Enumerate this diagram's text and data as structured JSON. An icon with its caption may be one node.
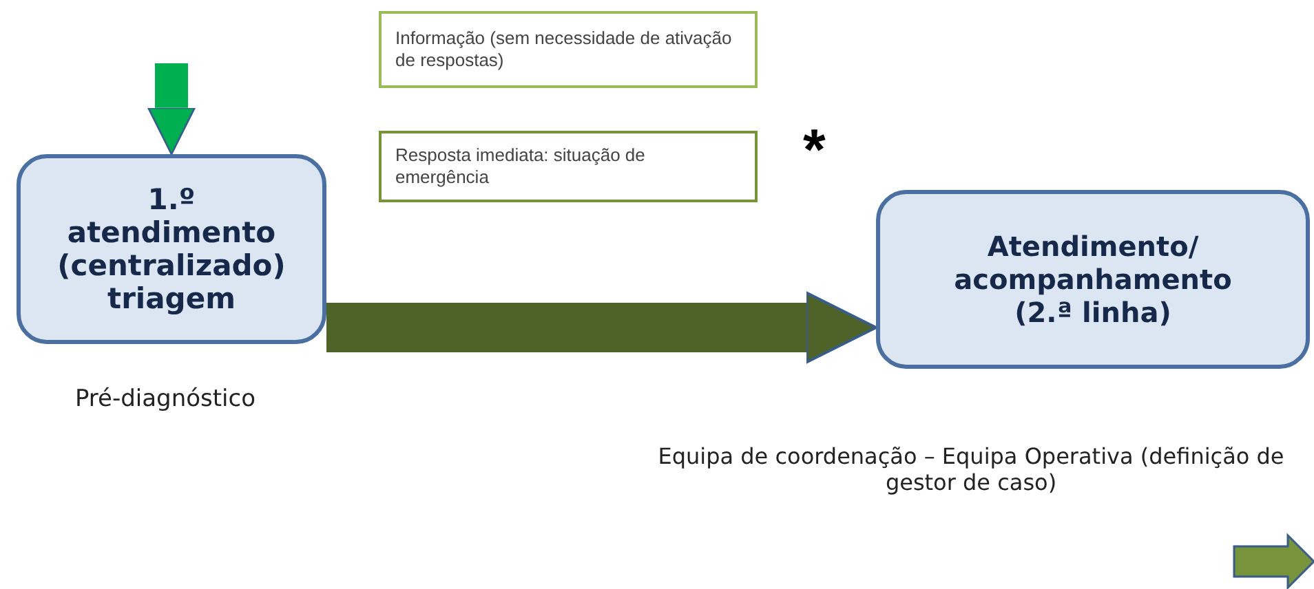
{
  "diagram": {
    "nodes": [
      {
        "text": [
          "1.º atendimento (centralizado) triagem"
        ],
        "beside": [
          "Pré-diagnóstico"
        ]
      },
      {
        "text": [
          "Informação (sem necessidade de ativação de respostas)"
        ]
      },
      {
        "text": [
          "Resposta imediata: situação de emergência"
        ]
      },
      {
        "text": [
          "Atendimento/ acompanhamento (2.ª linha)"
        ],
        "beside": [
          "Equipa de coordenação – Equipa Operativa (definição de gestor de caso)"
        ]
      }
    ],
    "edges": [
      {
        "from": null,
        "to": 0,
        "arrow": "to",
        "color": "#00b050"
      },
      {
        "from": 0,
        "to": 3,
        "arrow": "to",
        "color": "#4f6228"
      }
    ],
    "labels": [
      "*"
    ]
  }
}
